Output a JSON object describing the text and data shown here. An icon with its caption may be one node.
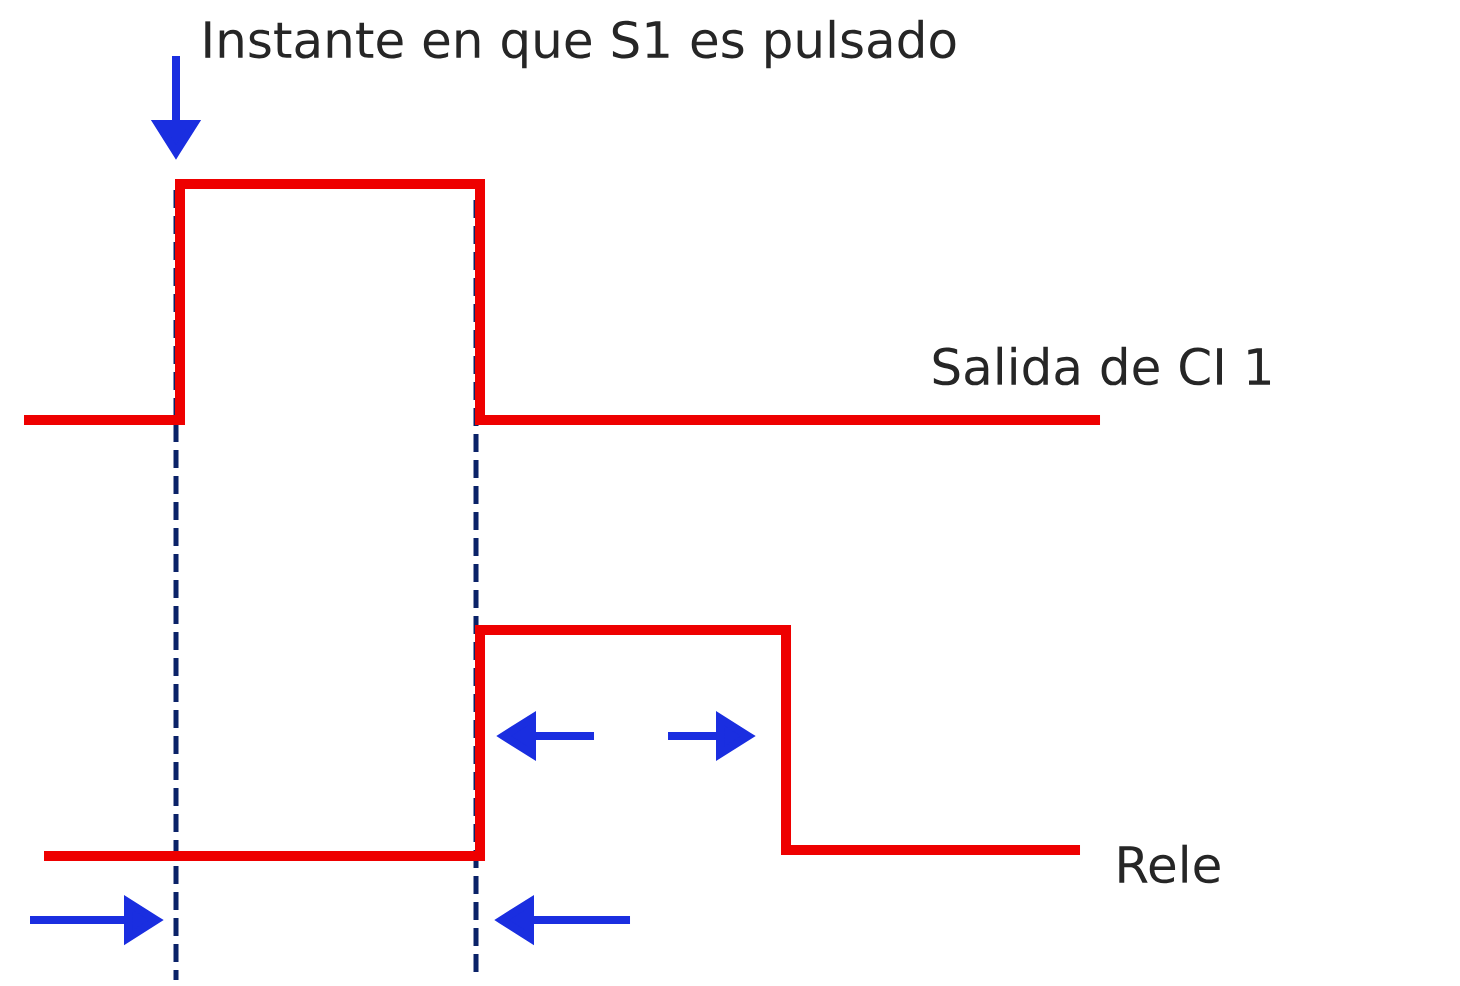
{
  "diagram": {
    "labels": [
      "Instante en que S1 es pulsado",
      "Salida de CI 1",
      "Rele"
    ]
  }
}
